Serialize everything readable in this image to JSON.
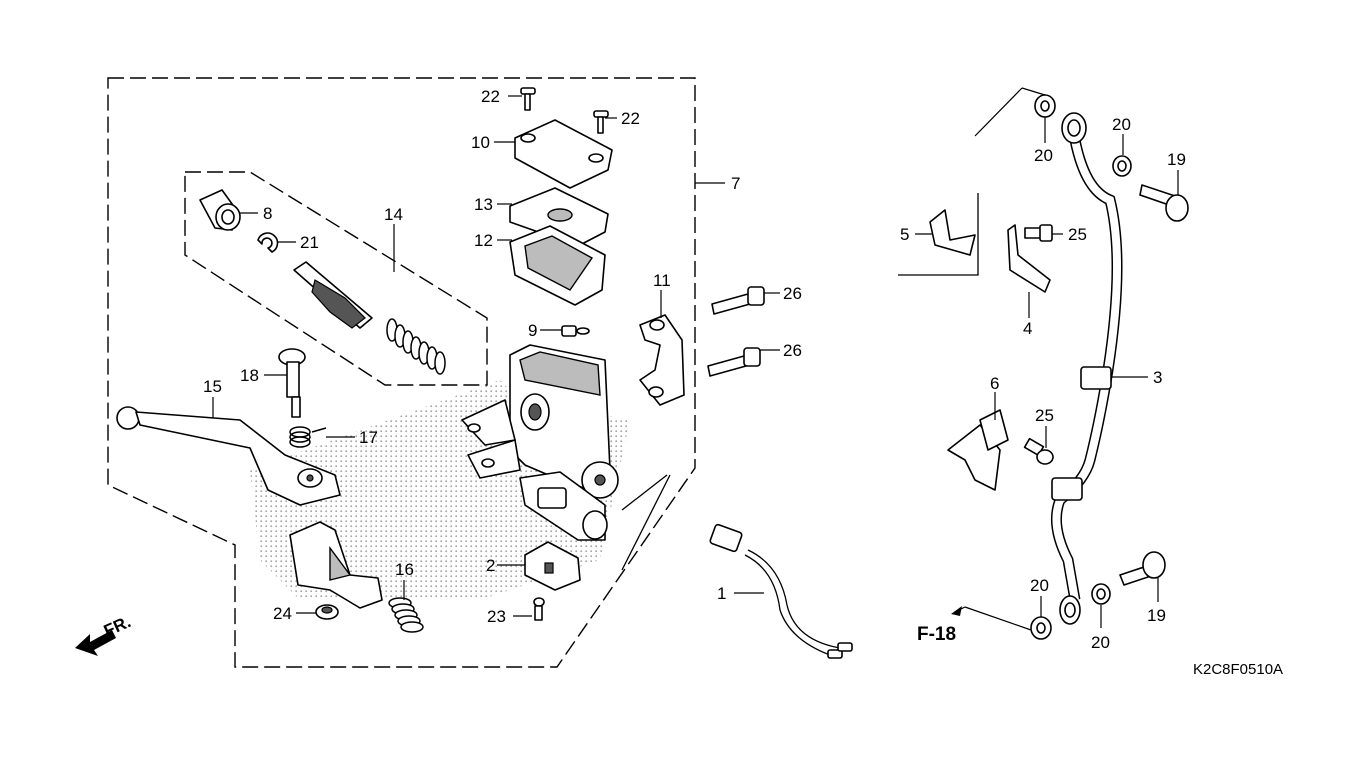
{
  "diagram": {
    "drawing_code": "K2C8F0510A",
    "front_marker": "FR.",
    "reference": "F-18",
    "callouts": [
      {
        "id": "c22a",
        "text": "22"
      },
      {
        "id": "c22b",
        "text": "22"
      },
      {
        "id": "c10",
        "text": "10"
      },
      {
        "id": "c13",
        "text": "13"
      },
      {
        "id": "c12",
        "text": "12"
      },
      {
        "id": "c9",
        "text": "9"
      },
      {
        "id": "c7",
        "text": "7"
      },
      {
        "id": "c11",
        "text": "11"
      },
      {
        "id": "c26a",
        "text": "26"
      },
      {
        "id": "c26b",
        "text": "26"
      },
      {
        "id": "c8",
        "text": "8"
      },
      {
        "id": "c21",
        "text": "21"
      },
      {
        "id": "c14",
        "text": "14"
      },
      {
        "id": "c18",
        "text": "18"
      },
      {
        "id": "c15",
        "text": "15"
      },
      {
        "id": "c17",
        "text": "17"
      },
      {
        "id": "c2",
        "text": "2"
      },
      {
        "id": "c16",
        "text": "16"
      },
      {
        "id": "c24",
        "text": "24"
      },
      {
        "id": "c23",
        "text": "23"
      },
      {
        "id": "c1",
        "text": "1"
      },
      {
        "id": "c5",
        "text": "5"
      },
      {
        "id": "c4",
        "text": "4"
      },
      {
        "id": "c25a",
        "text": "25"
      },
      {
        "id": "c20a",
        "text": "20"
      },
      {
        "id": "c20b",
        "text": "20"
      },
      {
        "id": "c19a",
        "text": "19"
      },
      {
        "id": "c3",
        "text": "3"
      },
      {
        "id": "c6",
        "text": "6"
      },
      {
        "id": "c25b",
        "text": "25"
      },
      {
        "id": "c20c",
        "text": "20"
      },
      {
        "id": "c20d",
        "text": "20"
      },
      {
        "id": "c19b",
        "text": "19"
      }
    ]
  }
}
